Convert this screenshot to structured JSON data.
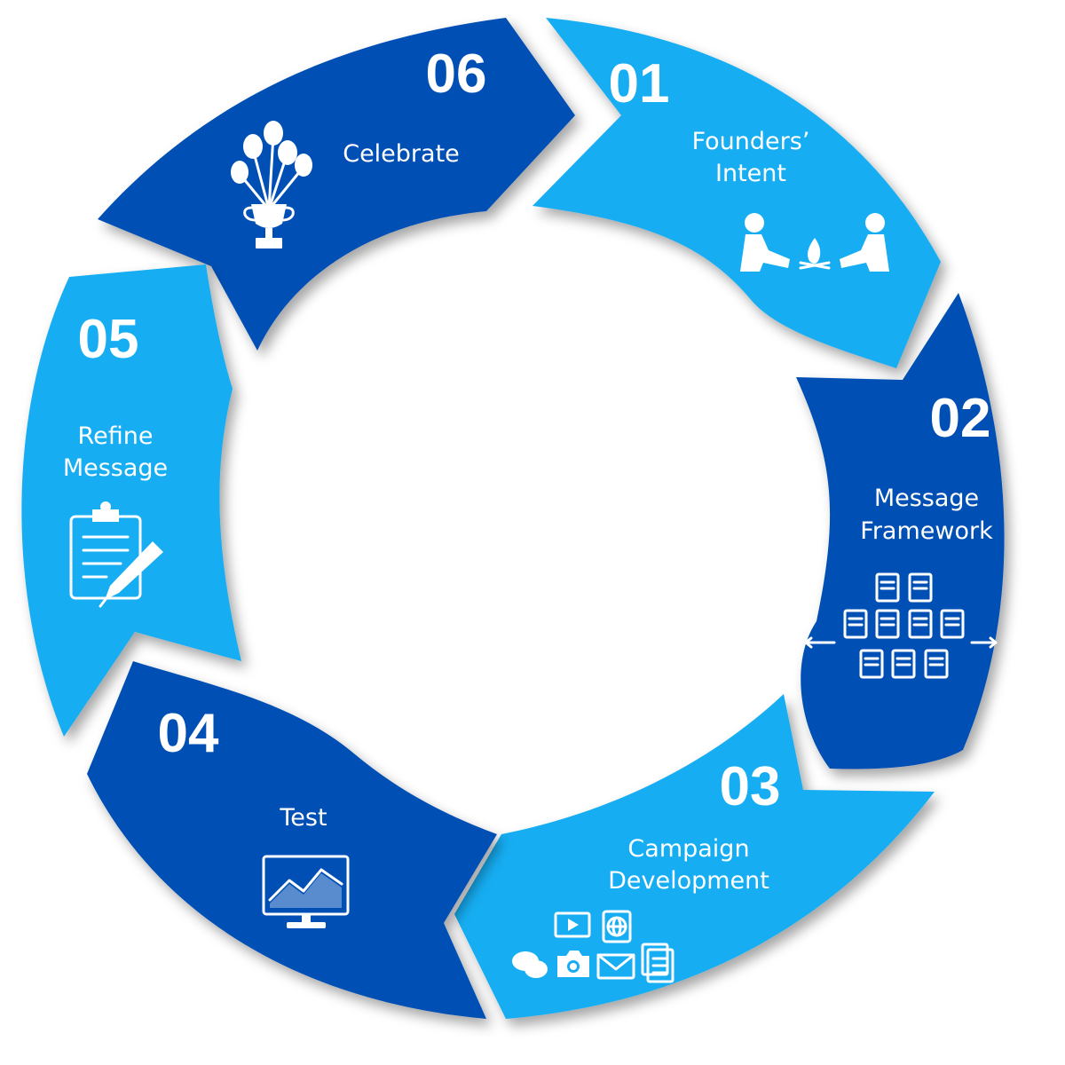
{
  "colors": {
    "dark": "#0450B4",
    "light": "#18ADF2",
    "text": "#FFFFFF"
  },
  "steps": [
    {
      "number": "01",
      "lines": [
        "Founders’",
        "Intent"
      ],
      "icon": "campfire-people-icon",
      "tone": "light"
    },
    {
      "number": "02",
      "lines": [
        "Message",
        "Framework"
      ],
      "icon": "document-grid-icon",
      "tone": "dark"
    },
    {
      "number": "03",
      "lines": [
        "Campaign",
        "Development"
      ],
      "icon": "media-channels-icon",
      "tone": "light"
    },
    {
      "number": "04",
      "lines": [
        "Test"
      ],
      "icon": "monitor-chart-icon",
      "tone": "dark"
    },
    {
      "number": "05",
      "lines": [
        "Refine",
        "Message"
      ],
      "icon": "clipboard-pen-icon",
      "tone": "light"
    },
    {
      "number": "06",
      "lines": [
        "Celebrate"
      ],
      "icon": "trophy-balloons-icon",
      "tone": "dark"
    }
  ]
}
